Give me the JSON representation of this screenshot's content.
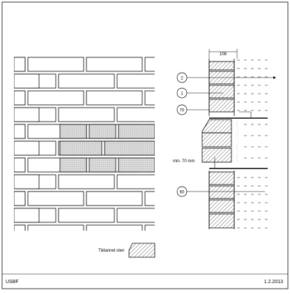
{
  "drawing": {
    "dimension_top": "108",
    "callouts": [
      "2",
      "1",
      "70",
      "60"
    ],
    "min_label": "min. 70 mm",
    "legend_label": "Tildannet sten",
    "footer_left": "USBF",
    "footer_right": "1.2.2013"
  },
  "colors": {
    "line": "#000000",
    "shade_fill": "#d9d9d9",
    "background": "#ffffff"
  }
}
